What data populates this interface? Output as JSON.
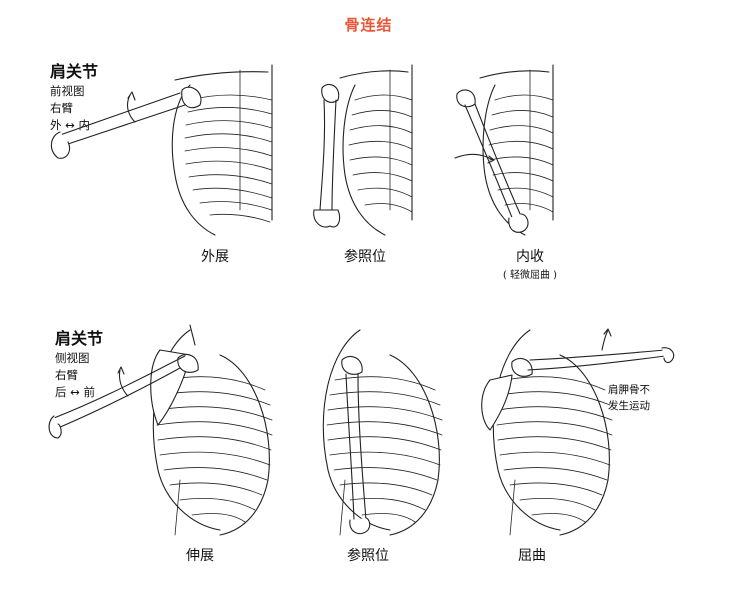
{
  "title": "骨连结",
  "front_section": {
    "heading": "肩关节",
    "notes": [
      "前视图",
      "右臂",
      "外 ↔ 内"
    ],
    "panels": [
      {
        "caption": "外展",
        "subcaption": ""
      },
      {
        "caption": "参照位",
        "subcaption": ""
      },
      {
        "caption": "内收",
        "subcaption": "( 轻微屈曲 )"
      }
    ]
  },
  "side_section": {
    "heading": "肩关节",
    "notes": [
      "侧视图",
      "右臂",
      "后 ↔ 前"
    ],
    "panels": [
      {
        "caption": "伸展"
      },
      {
        "caption": "参照位"
      },
      {
        "caption": "屈曲",
        "note": [
          "肩胛骨不",
          "发生运动"
        ]
      }
    ]
  }
}
